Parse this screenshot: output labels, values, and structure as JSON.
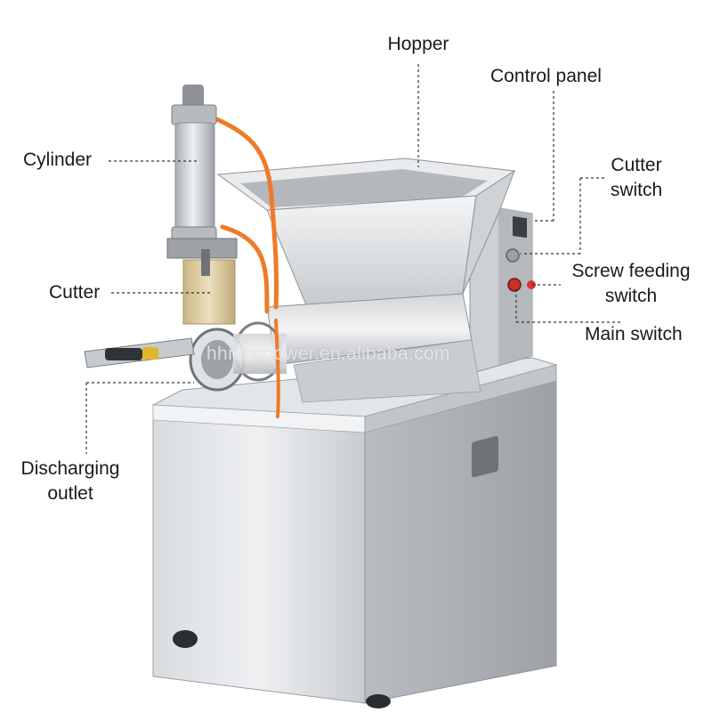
{
  "labels": {
    "hopper": "Hopper",
    "control_panel": "Control panel",
    "cutter_switch_l1": "Cutter",
    "cutter_switch_l2": "switch",
    "cylinder": "Cylinder",
    "screw_feeding_l1": "Screw feeding",
    "screw_feeding_l2": "switch",
    "cutter": "Cutter",
    "main_switch": "Main switch",
    "discharging_l1": "Discharging",
    "discharging_l2": "outlet"
  },
  "watermark": "hhnewpower.en.alibaba.com",
  "colors": {
    "steel_light": "#e6e8ea",
    "steel_mid": "#c4c8cc",
    "steel_dark": "#8e9297",
    "tube_orange": "#f07a2a",
    "brass": "#d8c79a",
    "label_text": "#1a1a1a",
    "leader_line": "#333333"
  }
}
